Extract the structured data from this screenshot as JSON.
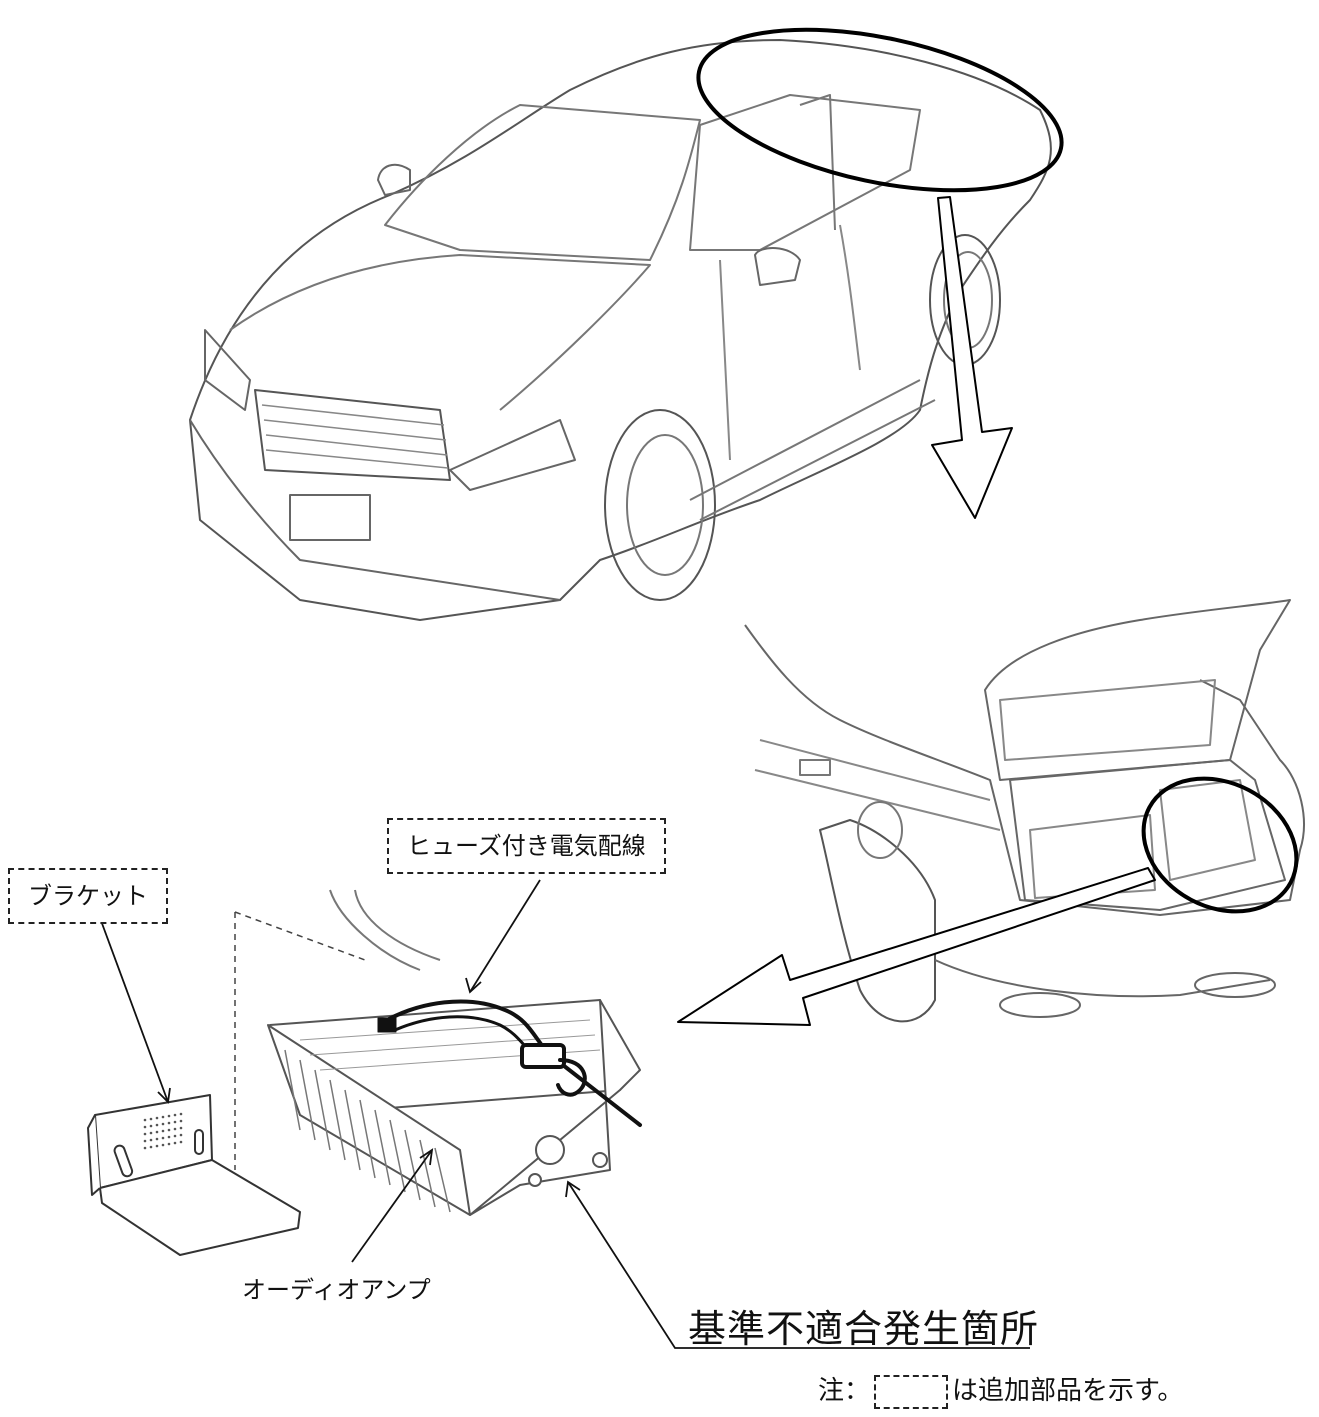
{
  "labels": {
    "bracket": "ブラケット",
    "fused_wiring": "ヒューズ付き電気配線",
    "audio_amp": "オーディオアンプ",
    "nonconformity_location": "基準不適合発生箇所"
  },
  "note": {
    "prefix": "注：",
    "suffix": "は追加部品を示す。"
  },
  "colors": {
    "line": "#222222",
    "sketch": "#9a9a9a",
    "background": "#ffffff"
  }
}
